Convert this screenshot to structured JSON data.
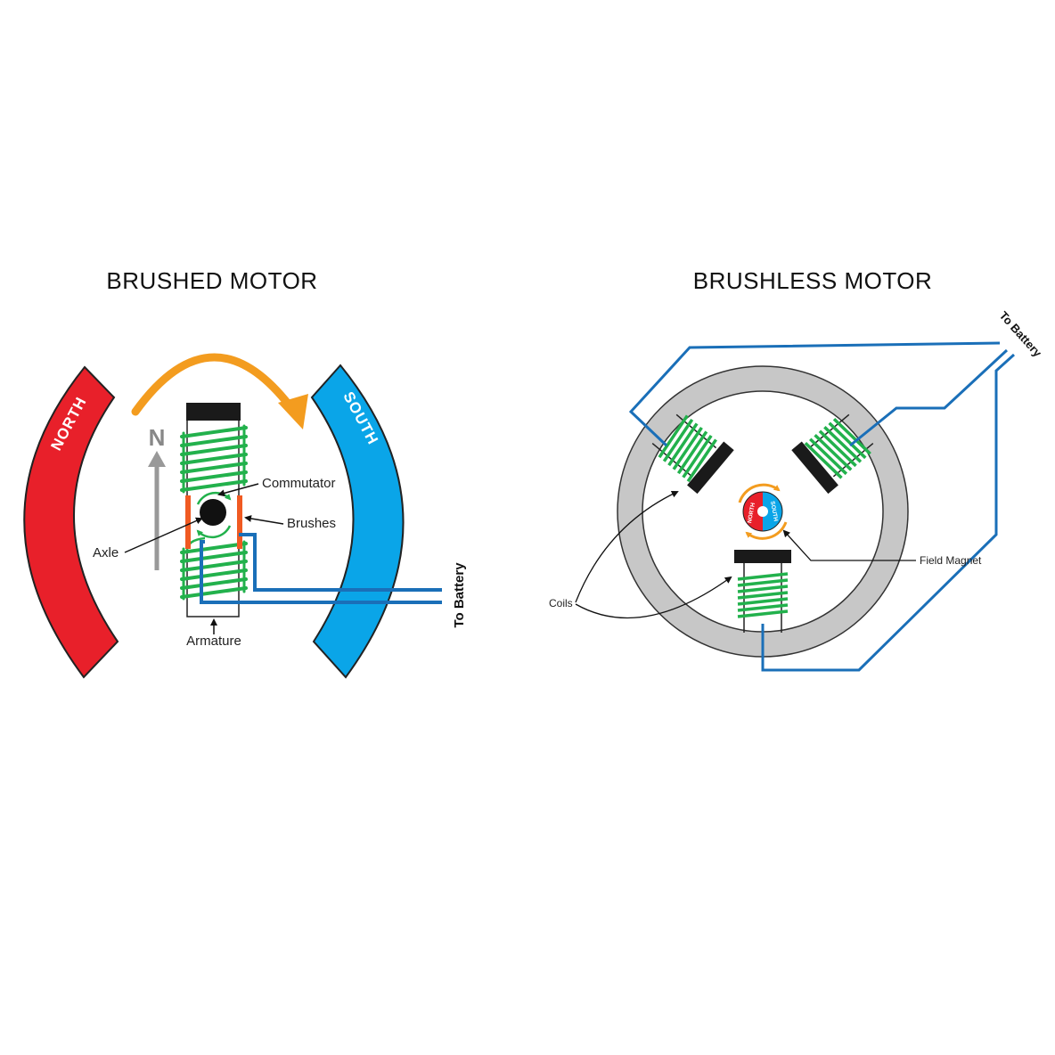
{
  "brushed": {
    "title": "BRUSHED MOTOR",
    "pole_north": "NORTH",
    "pole_south": "SOUTH",
    "direction_letter": "N",
    "labels": {
      "commutator": "Commutator",
      "brushes": "Brushes",
      "axle": "Axle",
      "armature": "Armature",
      "to_battery": "To Battery"
    }
  },
  "brushless": {
    "title": "BRUSHLESS MOTOR",
    "labels": {
      "field_magnet": "Field Magnet",
      "coils": "Coils",
      "to_battery": "To Battery"
    },
    "magnet_north": "NORTH",
    "magnet_south": "SOUTH"
  },
  "colors": {
    "north": "#e8202a",
    "south": "#0aa5e8",
    "coil": "#22b14c",
    "wire": "#1a6fb8",
    "rotation": "#f39c1f",
    "brush": "#f05a22",
    "stator": "#c7c7c7",
    "core": "#1a1a1a"
  }
}
